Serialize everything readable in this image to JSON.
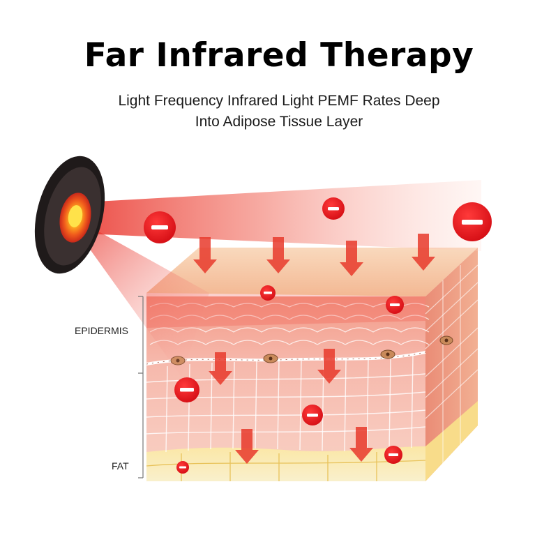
{
  "title": "Far Infrared Therapy",
  "subtitle_line1": "Light Frequency Infrared Light PEMF Rates Deep",
  "subtitle_line2": "Into Adipose Tissue Layer",
  "labels": {
    "epidermis": "EPIDERMIS",
    "fat": "FAT"
  },
  "colors": {
    "beam_red": "#e8261e",
    "ion_red": "#e3141b",
    "skin_top": "#f6c9a6",
    "tissue_pink": "#f3a69b",
    "fat_yellow": "#f8e39a"
  },
  "icons": [
    "infrared-emitter-icon",
    "negative-ion-icon",
    "down-arrow-icon",
    "skin-cell-icon"
  ]
}
